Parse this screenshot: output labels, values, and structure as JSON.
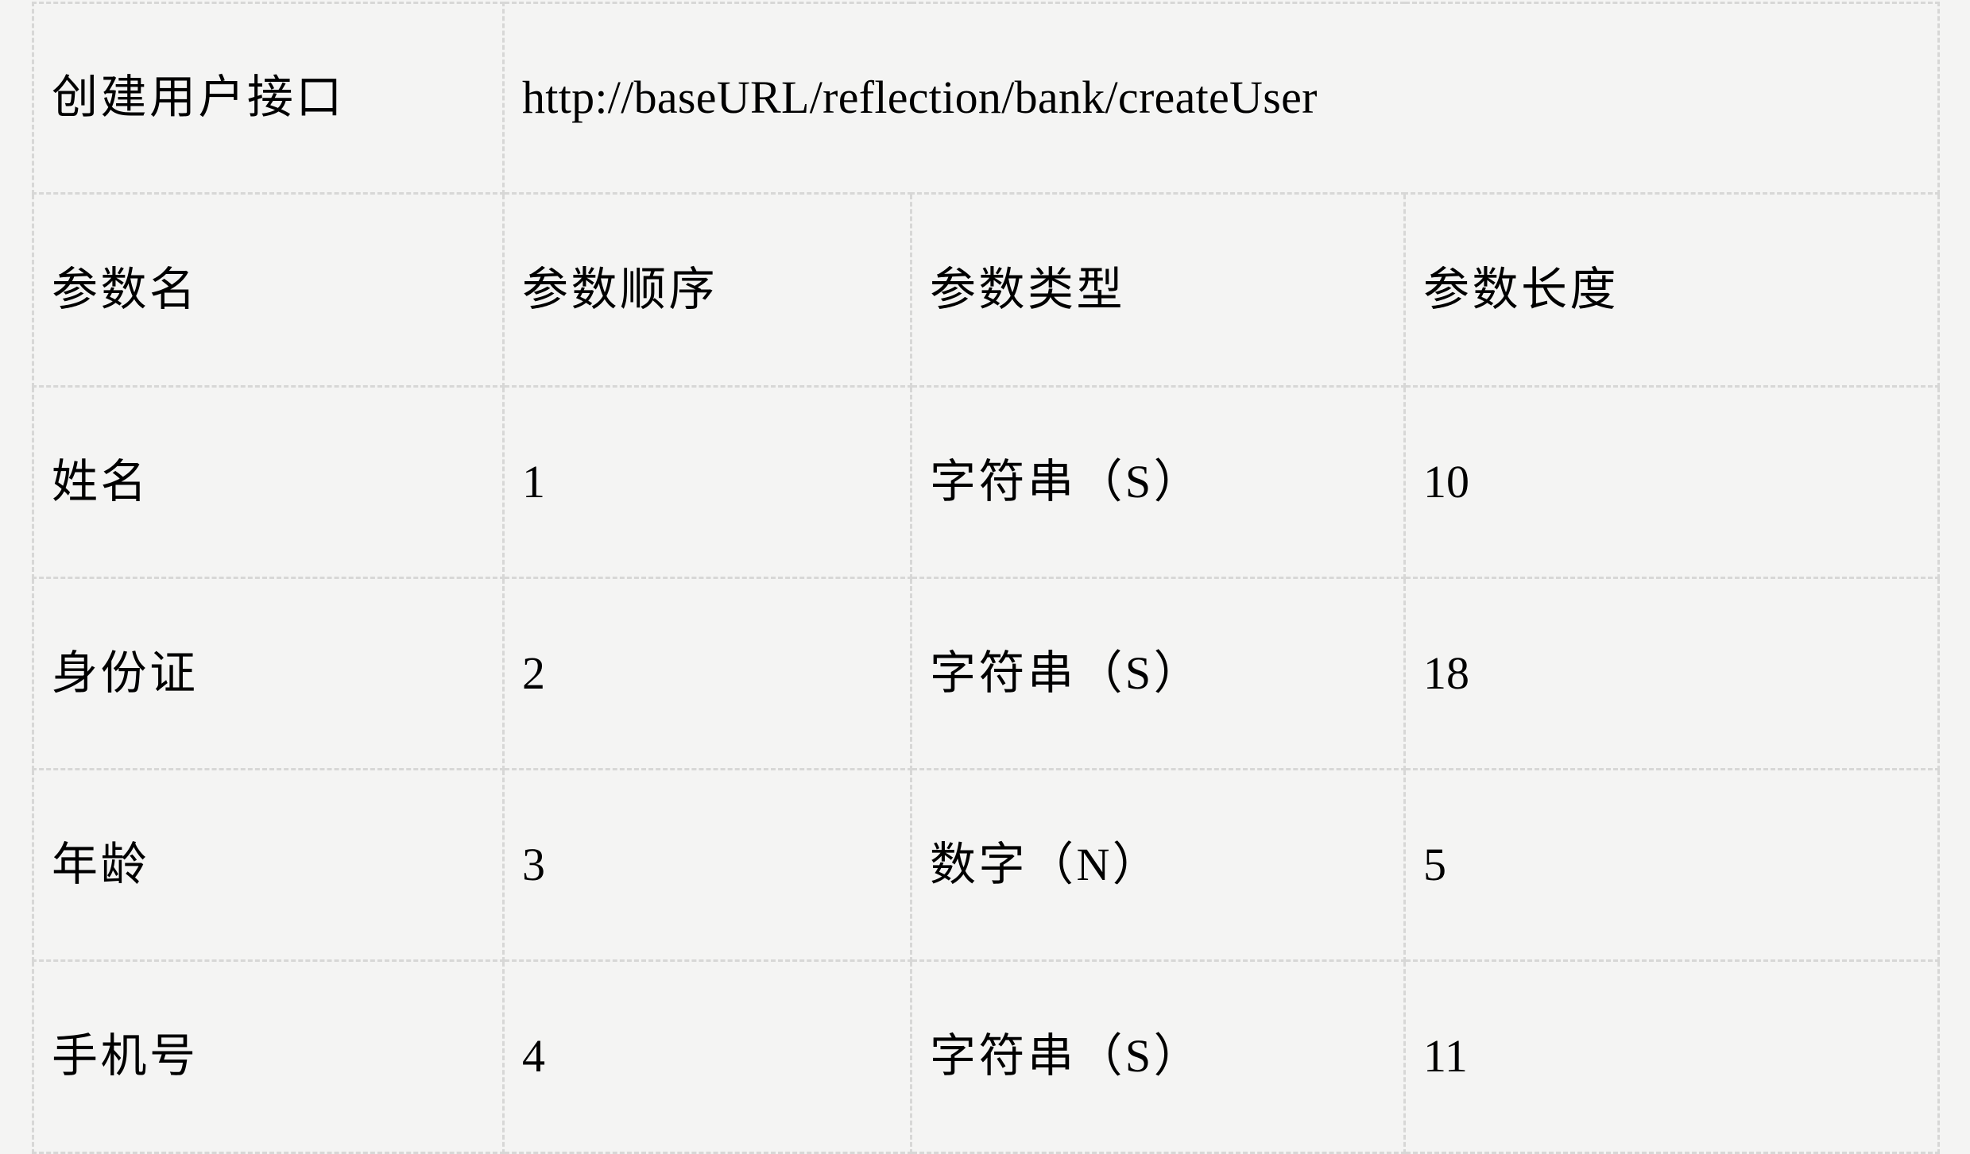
{
  "table": {
    "title_row": {
      "label": "创建用户接口",
      "url": "http://baseURL/reflection/bank/createUser"
    },
    "columns": [
      {
        "key": "name",
        "header": "参数名"
      },
      {
        "key": "order",
        "header": "参数顺序"
      },
      {
        "key": "type",
        "header": "参数类型"
      },
      {
        "key": "len",
        "header": "参数长度"
      }
    ],
    "rows": [
      {
        "name": "姓名",
        "order": "1",
        "type": "字符串（S）",
        "len": "10"
      },
      {
        "name": "身份证",
        "order": "2",
        "type": "字符串（S）",
        "len": "18"
      },
      {
        "name": "年龄",
        "order": "3",
        "type": "数字（N）",
        "len": "5"
      },
      {
        "name": "手机号",
        "order": "4",
        "type": "字符串（S）",
        "len": "11"
      }
    ]
  },
  "style": {
    "background": "#f4f4f3",
    "border_color": "#d7d7d6",
    "text_color": "#000000"
  }
}
